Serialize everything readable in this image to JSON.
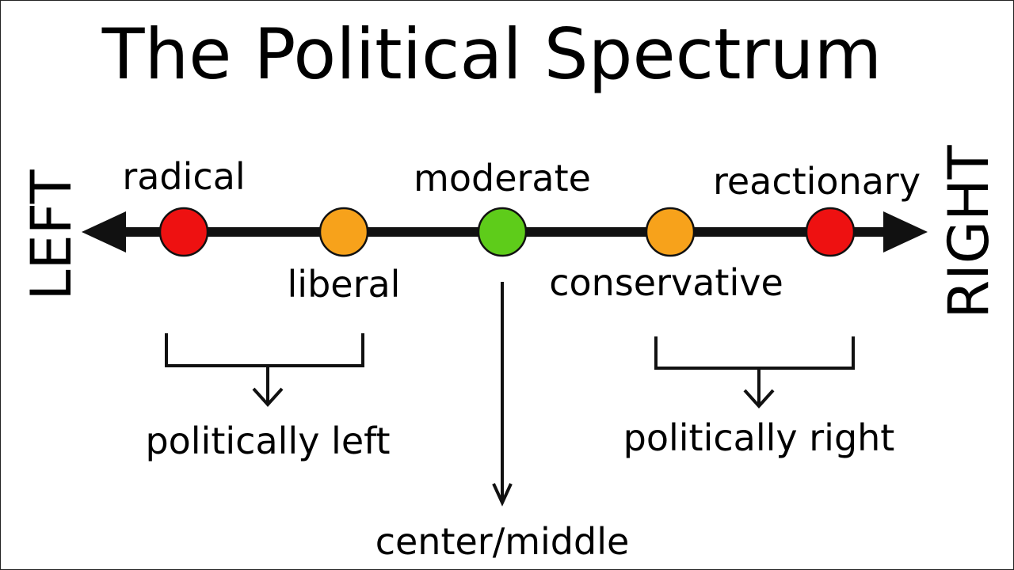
{
  "title": "The Political Spectrum",
  "ends": {
    "left": "LEFT",
    "right": "RIGHT"
  },
  "positions": [
    {
      "label": "radical",
      "color": "#ee1111"
    },
    {
      "label": "liberal",
      "color": "#f7a21b"
    },
    {
      "label": "moderate",
      "color": "#5ecc1a"
    },
    {
      "label": "conservative",
      "color": "#f7a21b"
    },
    {
      "label": "reactionary",
      "color": "#ee1111"
    }
  ],
  "groups": {
    "left": "politically left",
    "center": "center/middle",
    "right": "politically right"
  },
  "colors": {
    "line": "#111111",
    "outline": "#111111"
  }
}
